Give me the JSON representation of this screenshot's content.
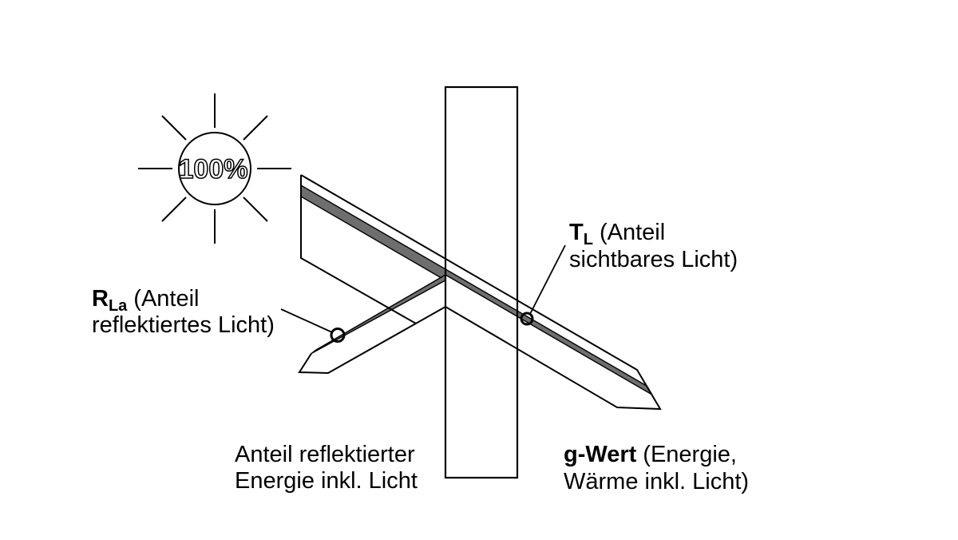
{
  "diagram": {
    "sun": {
      "label": "100%"
    },
    "labels": {
      "reflected_light": {
        "symbol": "R",
        "subscript": "La",
        "suffix": "(Anteil",
        "line2": "reflektiertes Licht)"
      },
      "transmitted_light": {
        "symbol": "T",
        "subscript": "L",
        "suffix": "(Anteil",
        "line2": "sichtbares Licht)"
      },
      "reflected_energy": {
        "line1": "Anteil reflektierter",
        "line2": "Energie inkl. Licht"
      },
      "g_value": {
        "symbol": "g-Wert",
        "suffix": "(Energie,",
        "line2": "Wärme inkl. Licht)"
      }
    },
    "colors": {
      "stripe_gray": "#6e6e6e",
      "line_black": "#000000",
      "background": "#ffffff"
    }
  }
}
